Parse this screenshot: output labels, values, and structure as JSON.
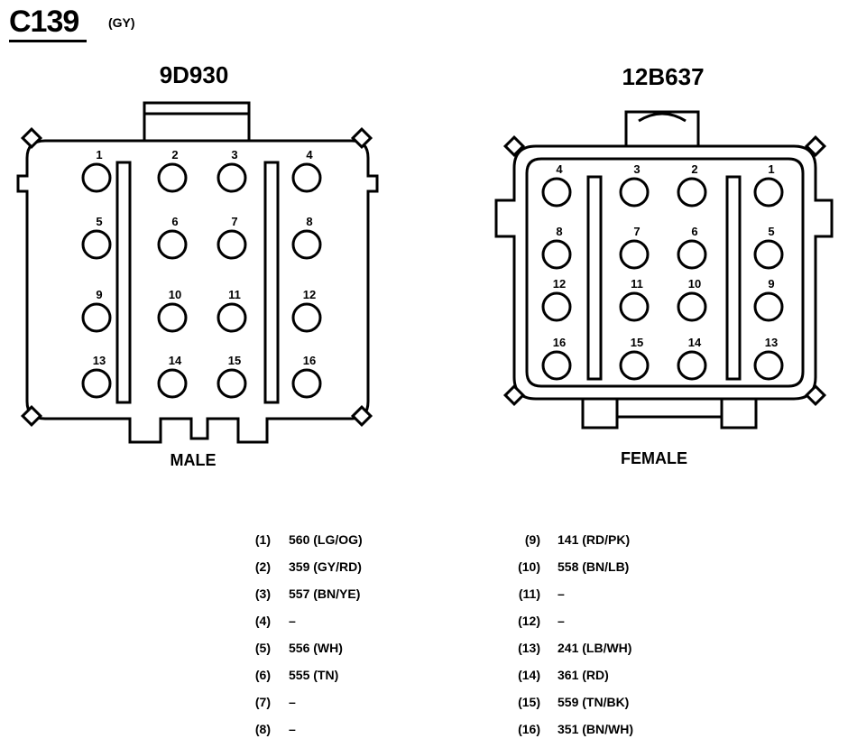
{
  "header": {
    "connector_id": "C139",
    "color_code": "(GY)"
  },
  "male": {
    "part_number": "9D930",
    "label": "MALE",
    "pins": [
      {
        "n": "1"
      },
      {
        "n": "2"
      },
      {
        "n": "3"
      },
      {
        "n": "4"
      },
      {
        "n": "5"
      },
      {
        "n": "6"
      },
      {
        "n": "7"
      },
      {
        "n": "8"
      },
      {
        "n": "9"
      },
      {
        "n": "10"
      },
      {
        "n": "11"
      },
      {
        "n": "12"
      },
      {
        "n": "13"
      },
      {
        "n": "14"
      },
      {
        "n": "15"
      },
      {
        "n": "16"
      }
    ]
  },
  "female": {
    "part_number": "12B637",
    "label": "FEMALE",
    "pins": [
      {
        "n": "4"
      },
      {
        "n": "3"
      },
      {
        "n": "2"
      },
      {
        "n": "1"
      },
      {
        "n": "8"
      },
      {
        "n": "7"
      },
      {
        "n": "6"
      },
      {
        "n": "5"
      },
      {
        "n": "12"
      },
      {
        "n": "11"
      },
      {
        "n": "10"
      },
      {
        "n": "9"
      },
      {
        "n": "16"
      },
      {
        "n": "15"
      },
      {
        "n": "14"
      },
      {
        "n": "13"
      }
    ]
  },
  "pinout": {
    "left": [
      {
        "pin": "(1)",
        "circuit": "560 (LG/OG)"
      },
      {
        "pin": "(2)",
        "circuit": "359 (GY/RD)"
      },
      {
        "pin": "(3)",
        "circuit": "557 (BN/YE)"
      },
      {
        "pin": "(4)",
        "circuit": "–"
      },
      {
        "pin": "(5)",
        "circuit": "556 (WH)"
      },
      {
        "pin": "(6)",
        "circuit": "555 (TN)"
      },
      {
        "pin": "(7)",
        "circuit": "–"
      },
      {
        "pin": "(8)",
        "circuit": "–"
      }
    ],
    "right": [
      {
        "pin": "(9)",
        "circuit": "141 (RD/PK)"
      },
      {
        "pin": "(10)",
        "circuit": "558 (BN/LB)"
      },
      {
        "pin": "(11)",
        "circuit": "–"
      },
      {
        "pin": "(12)",
        "circuit": "–"
      },
      {
        "pin": "(13)",
        "circuit": "241 (LB/WH)"
      },
      {
        "pin": "(14)",
        "circuit": "361 (RD)"
      },
      {
        "pin": "(15)",
        "circuit": "559 (TN/BK)"
      },
      {
        "pin": "(16)",
        "circuit": "351 (BN/WH)"
      }
    ]
  }
}
